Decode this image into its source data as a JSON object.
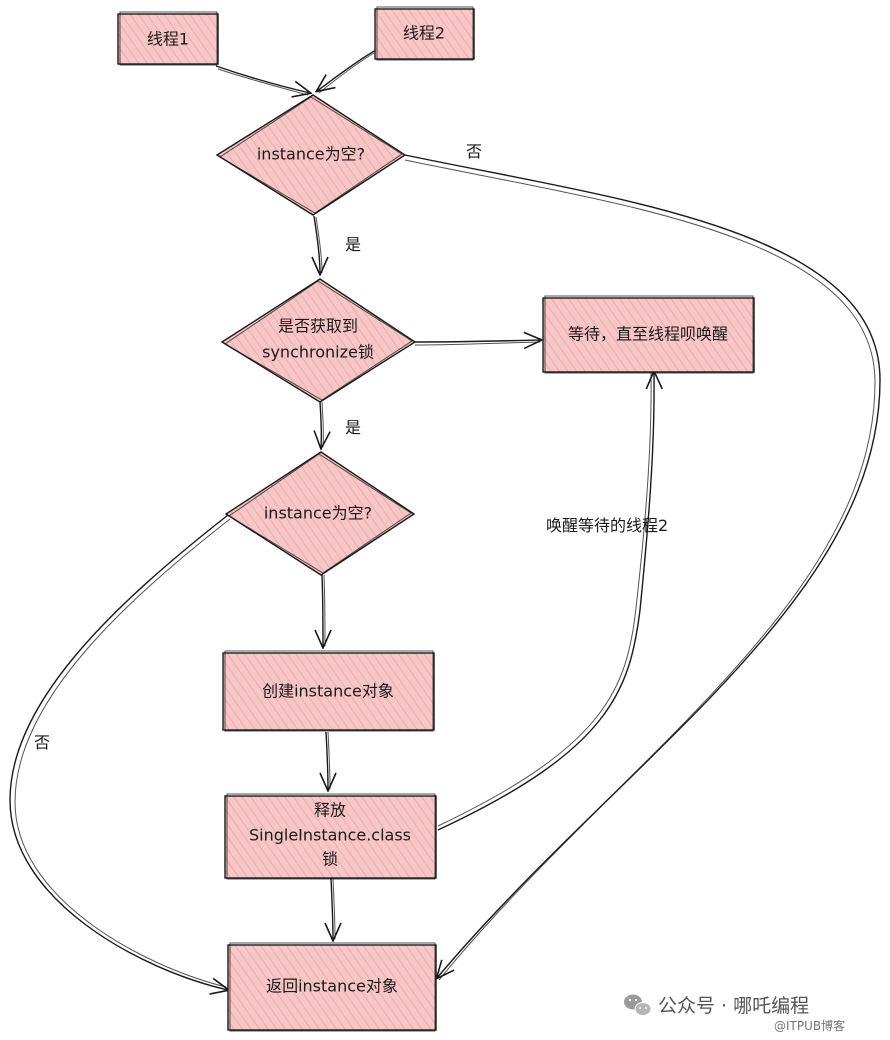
{
  "colors": {
    "node_fill": "#f7c6c7",
    "hatch": "#e89a9c",
    "stroke": "#1a1a1a"
  },
  "nodes": {
    "thread1": "线程1",
    "thread2": "线程2",
    "check1": "instance为空?",
    "lock_line1": "是否获取到",
    "lock_line2": "synchronize锁",
    "wait": "等待，直至线程呗唤醒",
    "check2": "instance为空?",
    "create": "创建instance对象",
    "release_line1": "释放",
    "release_line2": "SingleInstance.class",
    "release_line3": "锁",
    "return": "返回instance对象"
  },
  "labels": {
    "no_top": "否",
    "yes_1": "是",
    "yes_2": "是",
    "wake": "唤醒等待的线程2",
    "no_left": "否"
  },
  "watermark": {
    "icon": "wechat-icon",
    "text": "公众号 · 哪吒编程",
    "sub": "@ITPUB博客"
  }
}
